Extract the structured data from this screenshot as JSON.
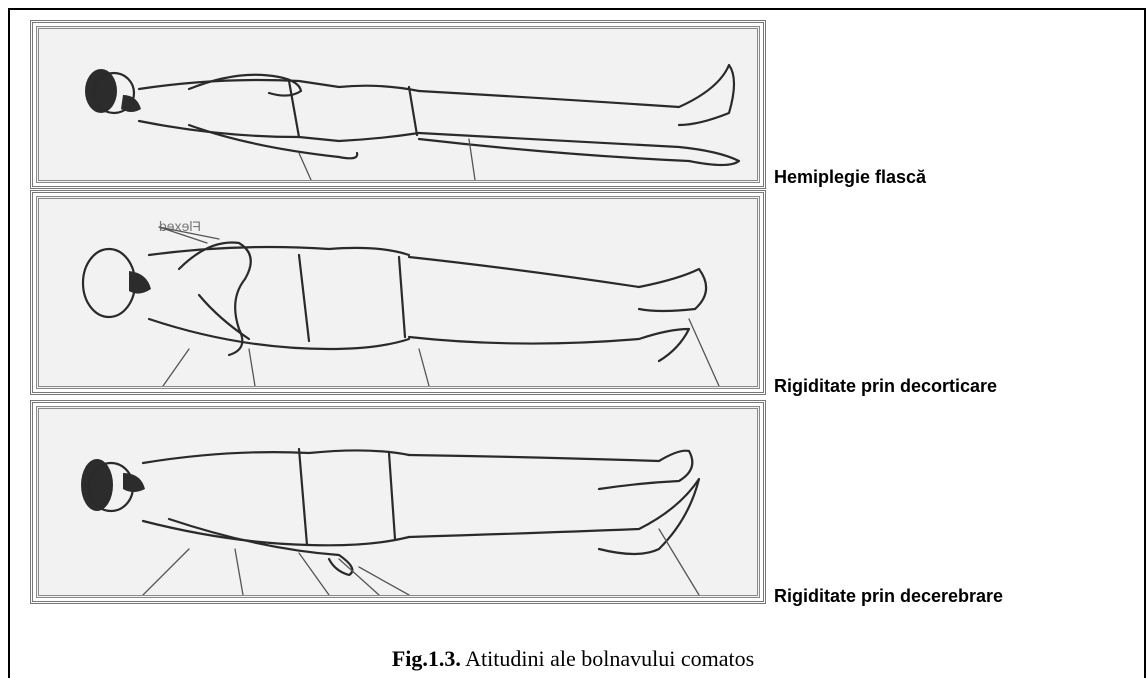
{
  "figures": [
    {
      "label": "Hemiplegie flască"
    },
    {
      "label": "Rigiditate prin decorticare",
      "annotation": "Flexed"
    },
    {
      "label": "Rigiditate prin decerebrare"
    }
  ],
  "caption": {
    "number": "Fig.1.3.",
    "text": " Atitudini ale bolnavului comatos"
  }
}
